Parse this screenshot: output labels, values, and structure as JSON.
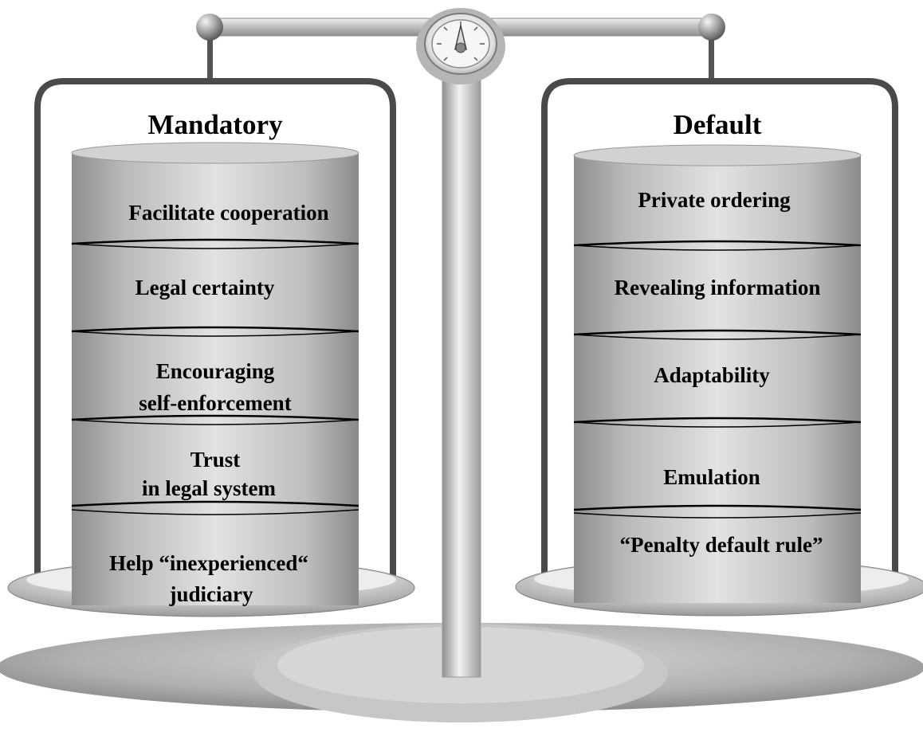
{
  "left_pan": {
    "heading": "Mandatory",
    "items": [
      {
        "lines": [
          "Facilitate cooperation"
        ]
      },
      {
        "lines": [
          "Legal certainty"
        ]
      },
      {
        "lines": [
          "Encouraging",
          "self-enforcement"
        ]
      },
      {
        "lines": [
          "Trust",
          "in legal system"
        ]
      },
      {
        "lines": [
          "Help “inexperienced“",
          "judiciary"
        ]
      }
    ]
  },
  "right_pan": {
    "heading": "Default",
    "items": [
      {
        "lines": [
          "Private ordering"
        ]
      },
      {
        "lines": [
          "Revealing information"
        ]
      },
      {
        "lines": [
          "Adaptability"
        ]
      },
      {
        "lines": [
          "Emulation"
        ]
      },
      {
        "lines": [
          "“Penalty default rule”"
        ]
      }
    ]
  },
  "icons": {
    "balance": "balance-scale-icon",
    "gauge": "gauge-dial-icon"
  },
  "colors": {
    "cylinder_shade": "#bdbdbd",
    "frame": "#4a4a4a",
    "base": "#a8a8a8"
  }
}
